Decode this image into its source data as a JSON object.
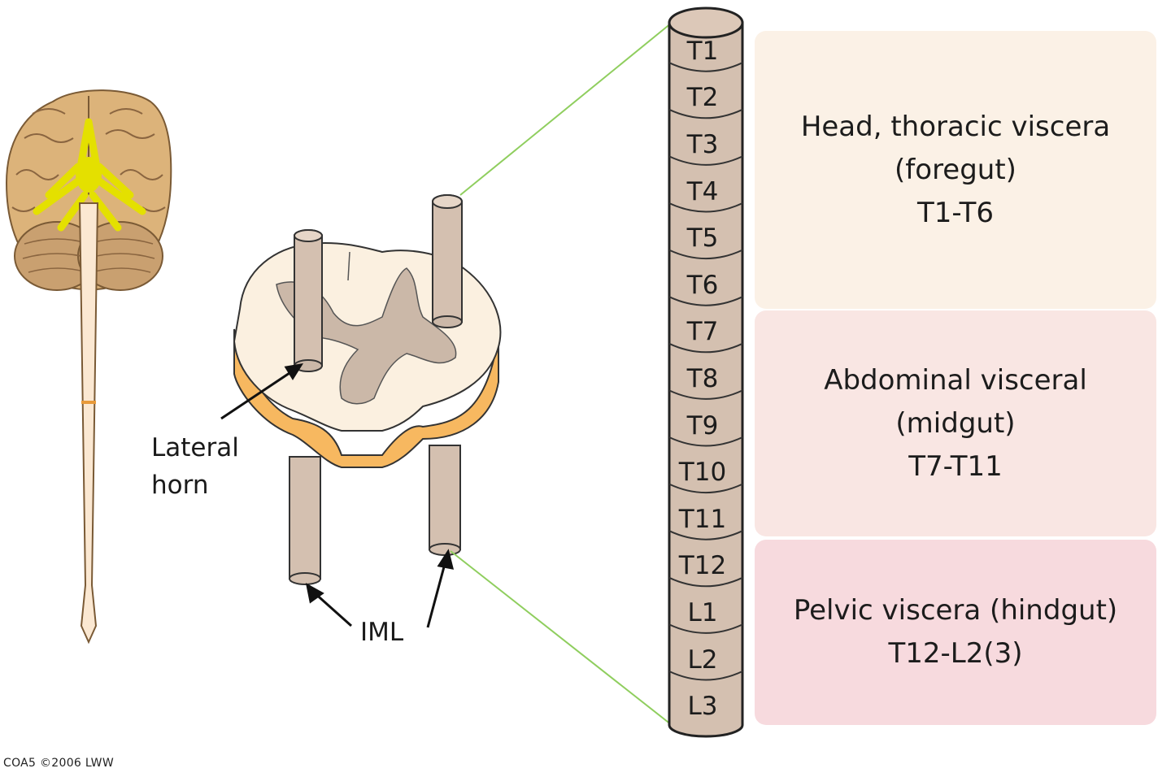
{
  "segments": [
    "T1",
    "T2",
    "T3",
    "T4",
    "T5",
    "T6",
    "T7",
    "T8",
    "T9",
    "T10",
    "T11",
    "T12",
    "L1",
    "L2",
    "L3"
  ],
  "regions": [
    {
      "lines": [
        "Head, thoracic viscera",
        "(foregut)",
        "T1-T6"
      ],
      "color": "#fbf1e6"
    },
    {
      "lines": [
        "Abdominal visceral",
        "(midgut)",
        "T7-T11"
      ],
      "color": "#f9e6e3"
    },
    {
      "lines": [
        "Pelvic viscera (hindgut)",
        "T12-L2(3)"
      ],
      "color": "#f7dade"
    }
  ],
  "labels": {
    "lateral_horn_line1": "Lateral",
    "lateral_horn_line2": "horn",
    "iml": "IML",
    "copyright": "COA5 ©2006 LWW"
  },
  "colors": {
    "column": "#d4c0b0",
    "cord_white_matter": "#fbf0e0",
    "cord_grey_matter": "#cbb8a8",
    "cord_side": "#f7b860",
    "brain": "#dcb37a",
    "nerves": "#e4e000",
    "zoom_lines": "#8fce5e"
  }
}
